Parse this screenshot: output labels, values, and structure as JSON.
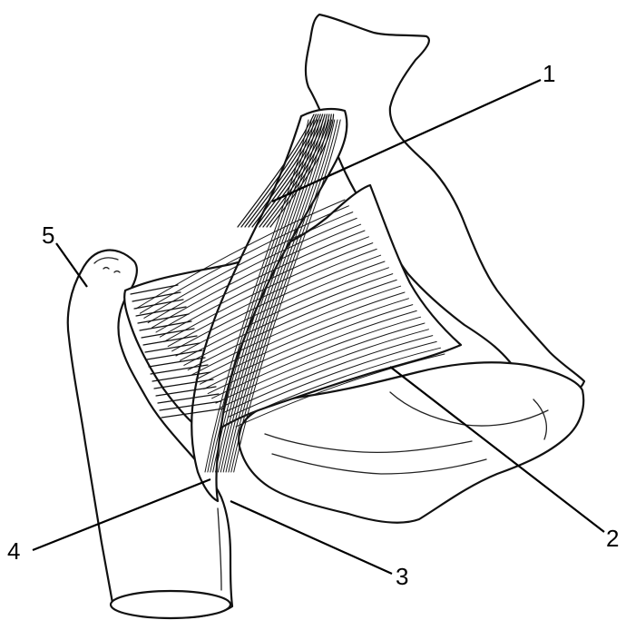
{
  "labels": [
    {
      "id": "label-1",
      "text": "1"
    },
    {
      "id": "label-2",
      "text": "2"
    },
    {
      "id": "label-3",
      "text": "3"
    },
    {
      "id": "label-4",
      "text": "4"
    },
    {
      "id": "label-5",
      "text": "5"
    }
  ],
  "colors": {
    "ink": "#111111",
    "paper": "#ffffff"
  }
}
